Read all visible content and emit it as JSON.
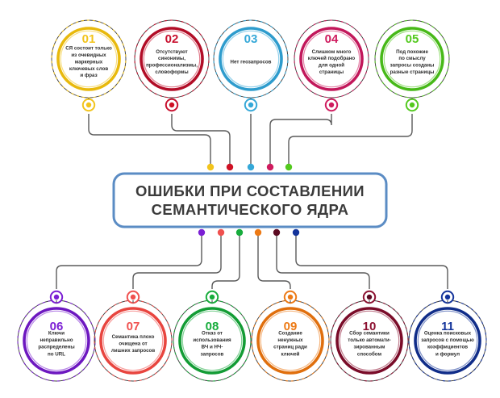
{
  "title": {
    "line1": "ОШИБКИ ПРИ СОСТАВЛЕНИИ",
    "line2": "СЕМАНТИЧЕСКОГО ЯДРА",
    "border_color": "#5b8cc4",
    "text_color": "#3b3b3b"
  },
  "colors": {
    "background": "#ffffff",
    "connector_line": "#5a5a5a"
  },
  "top_nodes": [
    {
      "num": "01",
      "color": "#f2c41c",
      "ring_color": "#e8b90d",
      "dot_color": "#f2c41c",
      "lines": [
        "СЯ состоит только",
        "из очевидных",
        "маркерных",
        "ключевых слов",
        "и фраз"
      ]
    },
    {
      "num": "02",
      "color": "#c8102e",
      "ring_color": "#b20d27",
      "dot_color": "#cf1124",
      "lines": [
        "Отсутствуют",
        "синонимы,",
        "профессионализмы,",
        "словоформы"
      ]
    },
    {
      "num": "03",
      "color": "#35a8d8",
      "ring_color": "#2e9ccd",
      "dot_color": "#35a8d8",
      "lines": [
        "Нет геозапросов"
      ]
    },
    {
      "num": "04",
      "color": "#cf1b5e",
      "ring_color": "#c2185b",
      "dot_color": "#cf1b5e",
      "lines": [
        "Слишком много",
        "ключей подобрано",
        "для одной",
        "страницы"
      ]
    },
    {
      "num": "05",
      "color": "#53c91e",
      "ring_color": "#47b918",
      "dot_color": "#53c91e",
      "lines": [
        "Под похожие",
        "по смыслу",
        "запросы созданы",
        "разные страницы"
      ]
    }
  ],
  "bottom_nodes": [
    {
      "num": "06",
      "color": "#7b1fd4",
      "ring_color": "#6d18c0",
      "dot_color": "#7b1fd4",
      "lines": [
        "Ключи",
        "неправильно",
        "распределены",
        "по URL"
      ]
    },
    {
      "num": "07",
      "color": "#f0514f",
      "ring_color": "#e8453f",
      "dot_color": "#f0514f",
      "lines": [
        "Семантика плохо",
        "очищена от",
        "лишних запросов"
      ]
    },
    {
      "num": "08",
      "color": "#17ac3c",
      "ring_color": "#139c35",
      "dot_color": "#17ac3c",
      "lines": [
        "Отказ от",
        "использования",
        "ВЧ и НЧ-",
        "запросов"
      ]
    },
    {
      "num": "09",
      "color": "#ed7a15",
      "ring_color": "#e06f0d",
      "dot_color": "#ed7a15",
      "lines": [
        "Создание",
        "ненужных",
        "страниц ради",
        "ключей"
      ]
    },
    {
      "num": "10",
      "color": "#8c1030",
      "ring_color": "#7a0c29",
      "dot_color": "#5c0a22",
      "lines": [
        "Сбор семантики",
        "только автомати-",
        "зированным",
        "способом"
      ]
    },
    {
      "num": "11",
      "color": "#14349b",
      "ring_color": "#102d89",
      "dot_color": "#14349b",
      "lines": [
        "Оценка поисковых",
        "запросов с помощью",
        "коэффициентов",
        "и формул"
      ]
    }
  ]
}
